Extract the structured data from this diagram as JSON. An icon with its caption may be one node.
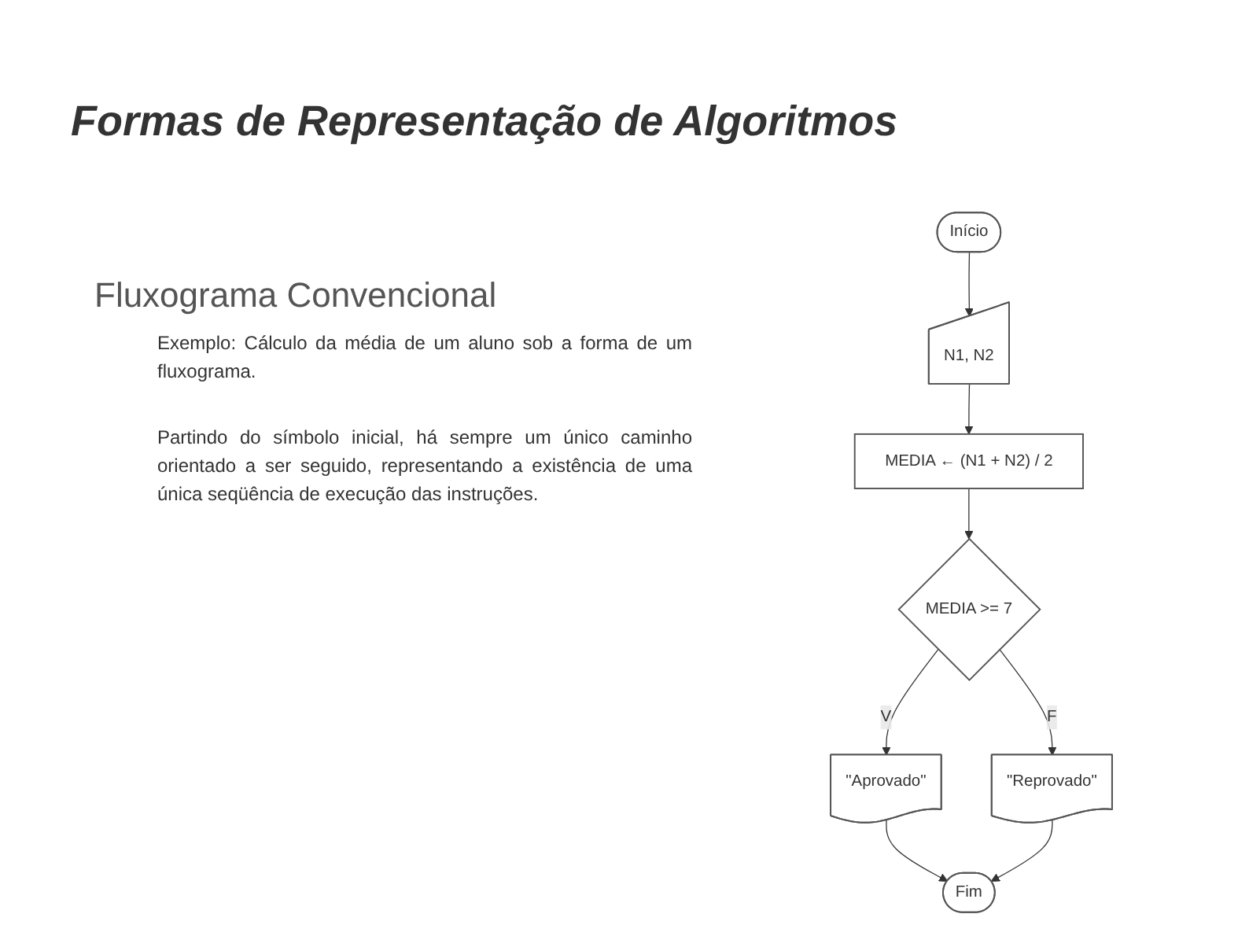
{
  "diagram": {
    "title": "Formas de Representação de Algoritmos",
    "nodes": [
      {
        "text": [
          "Início"
        ]
      },
      {
        "text": [
          "N1, N2"
        ]
      },
      {
        "text": [
          "MEDIA ← (N1 + N2) / 2"
        ]
      },
      {
        "text": [
          "MEDIA >= 7"
        ]
      },
      {
        "text": [
          "\"Aprovado\""
        ]
      },
      {
        "text": [
          "\"Reprovado\""
        ]
      },
      {
        "text": [
          "Fim"
        ]
      }
    ],
    "edges": [
      {
        "from": 0,
        "to": 1,
        "arrow": "to"
      },
      {
        "from": 1,
        "to": 2,
        "arrow": "to"
      },
      {
        "from": 2,
        "to": 3,
        "arrow": "to"
      },
      {
        "from": 3,
        "to": 4,
        "arrow": "to",
        "label": "V"
      },
      {
        "from": 3,
        "to": 5,
        "arrow": "to",
        "label": "F"
      },
      {
        "from": 4,
        "to": 6,
        "arrow": "to"
      },
      {
        "from": 5,
        "to": 6,
        "arrow": "to"
      }
    ],
    "labels": [
      "Fluxograma Convencional",
      "Exemplo: Cálculo da média de um aluno sob a forma de um fluxograma.",
      "Partindo do símbolo inicial, há sempre um único caminho orientado a ser seguido, representando a existência de uma única seqüência de execução das instruções."
    ]
  }
}
